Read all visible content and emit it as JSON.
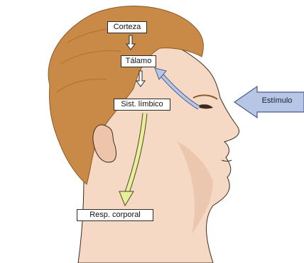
{
  "labels": {
    "corteza": "Corteza",
    "talamo": "Tálamo",
    "sistema_limbico": "Sist. límbico",
    "respuesta": "Resp. corporal",
    "estimulo": "Estímulo"
  },
  "colors": {
    "skin": "#f6d9c4",
    "skin_shadow": "#e8bfa6",
    "hair": "#c98a48",
    "hair_dark": "#a86a2f",
    "stimulus_arrow": "#b8c6e6",
    "limbic_arrow": "#e8ef9a",
    "outline": "#3a2a20"
  }
}
